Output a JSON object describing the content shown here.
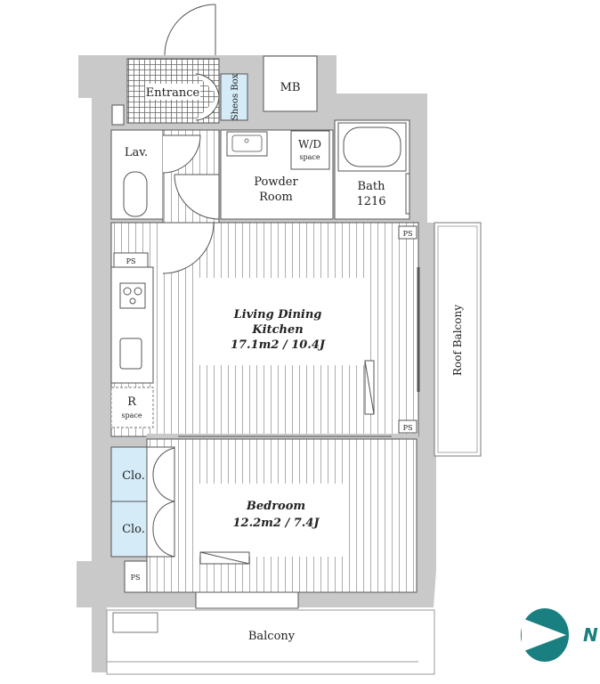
{
  "rooms": {
    "entrance": "Entrance",
    "shoes_box": "Sheos Box",
    "mb": "MB",
    "lav": "Lav.",
    "wd_line1": "W/D",
    "wd_line2": "space",
    "powder_line1": "Powder",
    "powder_line2": "Room",
    "bath_line1": "Bath",
    "bath_line2": "1216",
    "ldk_line1": "Living Dining",
    "ldk_line2": "Kitchen",
    "ldk_area": "17.1m2 / 10.4J",
    "bedroom": "Bedroom",
    "bedroom_area": "12.2m2 / 7.4J",
    "closet": "Clo.",
    "refrigerator_line1": "R",
    "refrigerator_line2": "space",
    "pipe_space": "PS",
    "roof_balcony": "Roof Balcony",
    "balcony": "Balcony"
  },
  "compass": {
    "label": "N",
    "color": "#1a7f80"
  },
  "colors": {
    "wall": "#c9c9c9",
    "storage": "#d5ecf8",
    "line": "#555555"
  }
}
